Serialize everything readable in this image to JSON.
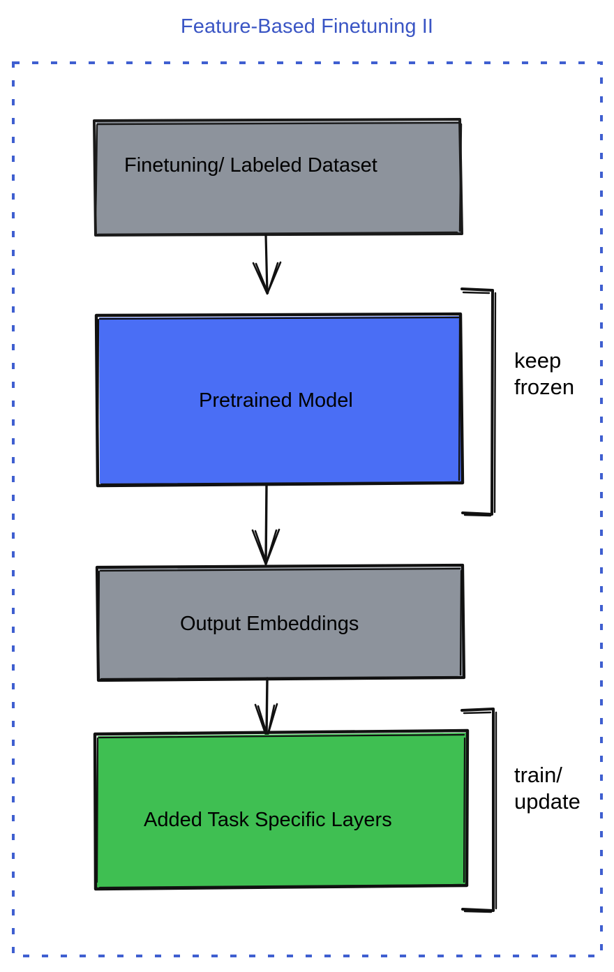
{
  "diagram": {
    "title": "Feature-Based Finetuning II",
    "title_color": "#3a55c4",
    "frame": {
      "style": "dashed",
      "color": "#3f5fd0"
    },
    "nodes": [
      {
        "id": "finetuning-dataset",
        "label": "Finetuning/ Labeled Dataset",
        "fill": "#8d939c",
        "stroke": "#000000",
        "text_color": "#000000"
      },
      {
        "id": "pretrained-model",
        "label": "Pretrained Model",
        "fill": "#4a6ef5",
        "stroke": "#000000",
        "text_color": "#000000"
      },
      {
        "id": "output-embeddings",
        "label": "Output Embeddings",
        "fill": "#8d939c",
        "stroke": "#000000",
        "text_color": "#000000"
      },
      {
        "id": "added-task-specific-layers",
        "label": "Added Task Specific Layers",
        "fill": "#3fbf52",
        "stroke": "#000000",
        "text_color": "#000000"
      }
    ],
    "edges": [
      {
        "id": "edge-dataset-to-model",
        "from": "finetuning-dataset",
        "to": "pretrained-model",
        "label": ""
      },
      {
        "id": "edge-model-to-embeddings",
        "from": "pretrained-model",
        "to": "output-embeddings",
        "label": ""
      },
      {
        "id": "edge-embeddings-to-layers",
        "from": "output-embeddings",
        "to": "added-task-specific-layers",
        "label": ""
      }
    ],
    "annotations": [
      {
        "id": "keep-frozen",
        "line1": "keep",
        "line2": "frozen",
        "targets": [
          "pretrained-model"
        ]
      },
      {
        "id": "train-update",
        "line1": "train/",
        "line2": "update",
        "targets": [
          "added-task-specific-layers"
        ]
      }
    ]
  }
}
